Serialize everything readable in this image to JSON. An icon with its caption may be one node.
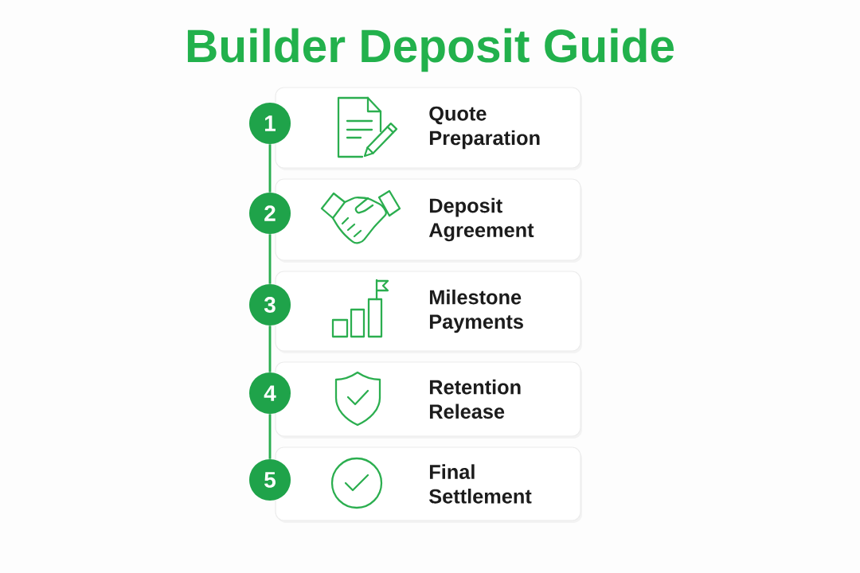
{
  "diagram": {
    "title": "Builder Deposit Guide",
    "nodes": [
      {
        "text": [
          "1"
        ]
      },
      {
        "text": [
          "Quote Preparation"
        ]
      },
      {
        "text": [
          "2"
        ]
      },
      {
        "text": [
          "Deposit Agreement"
        ]
      },
      {
        "text": [
          "3"
        ]
      },
      {
        "text": [
          "Milestone Payments"
        ]
      },
      {
        "text": [
          "4"
        ]
      },
      {
        "text": [
          "Retention Release"
        ]
      },
      {
        "text": [
          "5"
        ]
      },
      {
        "text": [
          "Final Settlement"
        ]
      }
    ],
    "edges": [
      {
        "from": 0,
        "to": 2,
        "arrow": "none"
      },
      {
        "from": 2,
        "to": 4,
        "arrow": "none"
      },
      {
        "from": 4,
        "to": 6,
        "arrow": "none"
      },
      {
        "from": 6,
        "to": 8,
        "arrow": "none"
      }
    ]
  }
}
